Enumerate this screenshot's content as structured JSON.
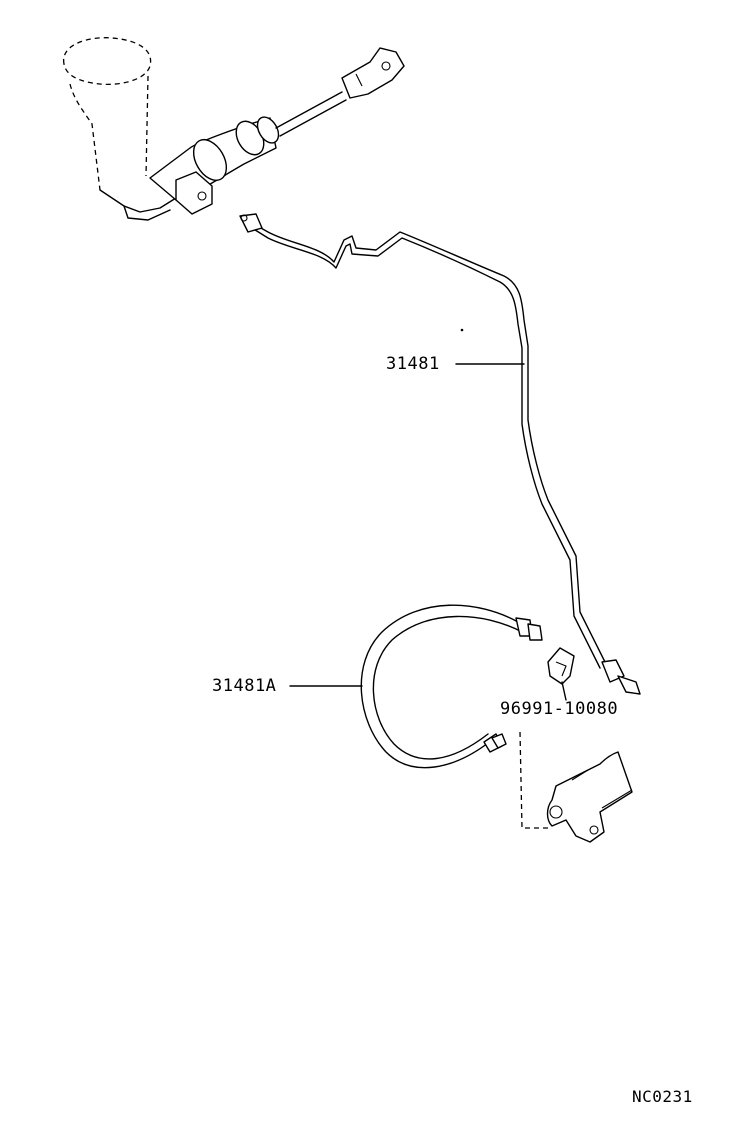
{
  "diagram": {
    "parts": [
      {
        "id": "brake-line-tube",
        "number": "31481"
      },
      {
        "id": "flexible-hose",
        "number": "31481A"
      },
      {
        "id": "hose-clip",
        "number": "96991-10080"
      }
    ],
    "diagram_code": "NC0231"
  }
}
